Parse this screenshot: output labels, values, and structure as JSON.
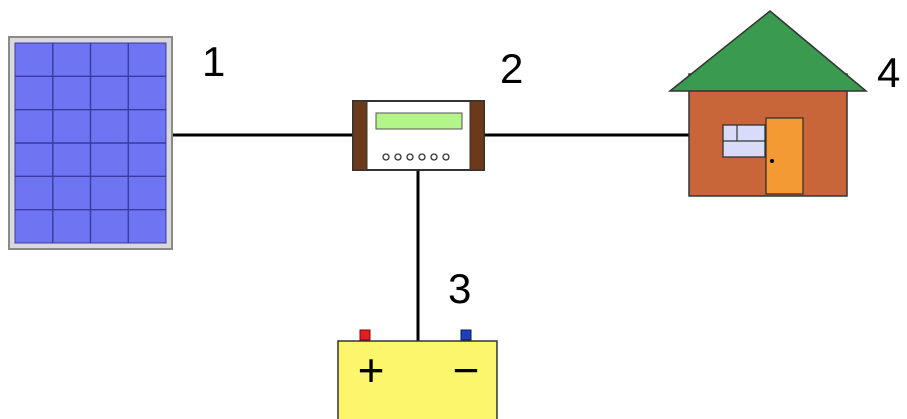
{
  "labels": {
    "solar_panel": "1",
    "charge_controller": "2",
    "battery": "3",
    "house": "4"
  },
  "battery": {
    "positive_sign": "+",
    "negative_sign": "−"
  },
  "colors": {
    "background": "#ffffff",
    "wire": "#000000",
    "panel_frame": "#d9d9d9",
    "panel_cell": "#6f74f2",
    "controller_body": "#ffffff",
    "controller_side": "#6b3a1a",
    "controller_display": "#b4f58a",
    "battery_body": "#fbf66b",
    "battery_positive_terminal": "#e02020",
    "battery_negative_terminal": "#1f3fbf",
    "house_wall": "#c8663a",
    "house_roof": "#3a9a4f",
    "house_door": "#f49a35",
    "house_window": "#d8dcf8"
  },
  "icons": {
    "solar_panel": "solar-panel-icon",
    "charge_controller": "charge-controller-icon",
    "battery": "battery-icon",
    "house": "house-icon"
  }
}
